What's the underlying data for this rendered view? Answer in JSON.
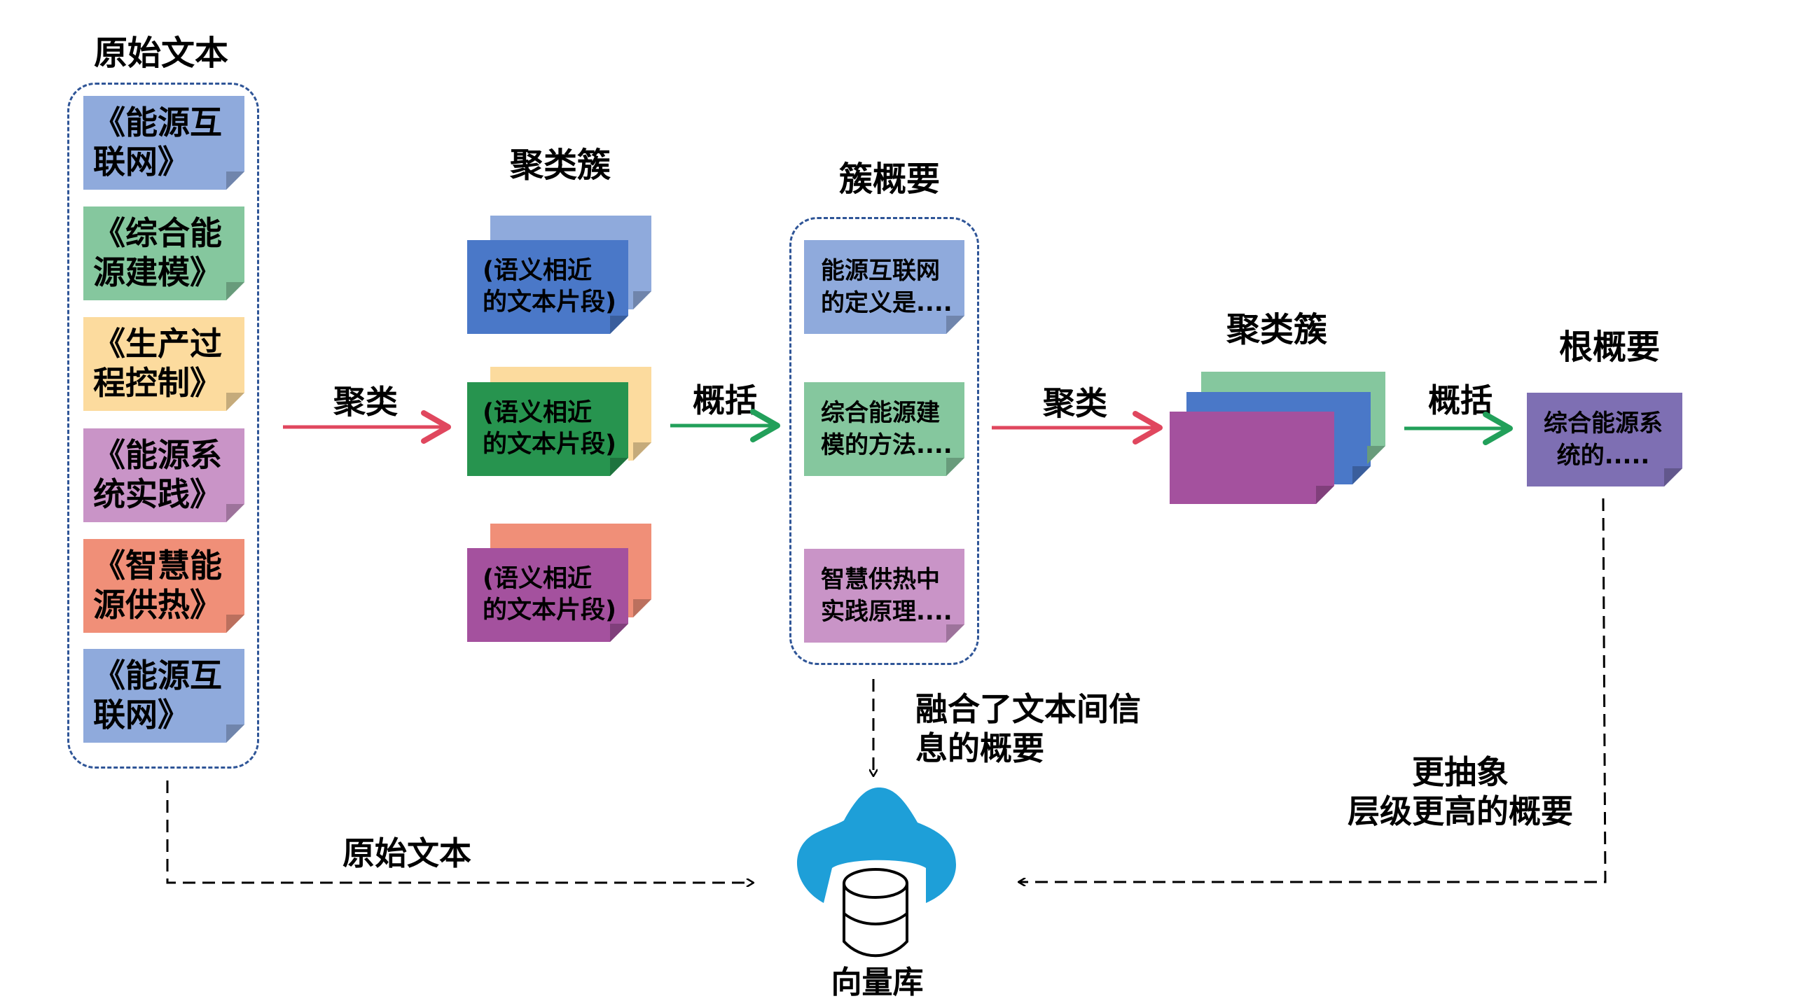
{
  "titles": {
    "raw_text": "原始文本",
    "clusters_1": "聚类簇",
    "cluster_summaries": "簇概要",
    "clusters_2": "聚类簇",
    "root_summary": "根概要",
    "vector_db": "向量库"
  },
  "documents": [
    {
      "line1": "《能源互",
      "line2": "联网》",
      "color": "#8faadc"
    },
    {
      "line1": "《综合能",
      "line2": "源建模》",
      "color": "#85c79e"
    },
    {
      "line1": "《生产过",
      "line2": "程控制》",
      "color": "#fcdb9e"
    },
    {
      "line1": "《能源系",
      "line2": "统实践》",
      "color": "#c994c7"
    },
    {
      "line1": "《智慧能",
      "line2": "源供热》",
      "color": "#f08f78"
    },
    {
      "line1": "《能源互",
      "line2": "联网》",
      "color": "#8faadc"
    }
  ],
  "clusters": [
    {
      "line1": "(语义相近",
      "line2": "的文本片段)",
      "front_color": "#4a78c8",
      "back_color": "#8faadc"
    },
    {
      "line1": "(语义相近",
      "line2": "的文本片段)",
      "front_color": "#27944f",
      "back_color": "#fcdb9e"
    },
    {
      "line1": "(语义相近",
      "line2": "的文本片段)",
      "front_color": "#a4519e",
      "back_color": "#f08f78"
    }
  ],
  "summaries": [
    {
      "line1": "能源互联网",
      "line2": "的定义是....",
      "color": "#8faadc"
    },
    {
      "line1": "综合能源建",
      "line2": "模的方法....",
      "color": "#85c79e"
    },
    {
      "line1": "智慧供热中",
      "line2": "实践原理....",
      "color": "#c994c7"
    }
  ],
  "stack_colors": [
    "#85c79e",
    "#4a78c8",
    "#a4519e"
  ],
  "root": {
    "line1": "综合能源系",
    "line2": "统的.....",
    "color": "#7e6fb3"
  },
  "arrows": {
    "cluster_1": "聚类",
    "summarize_1": "概括",
    "cluster_2": "聚类",
    "summarize_2": "概括"
  },
  "annotations": {
    "fused_line1": "融合了文本间信",
    "fused_line2": "息的概要",
    "raw_text_flow": "原始文本",
    "abstract_line1": "更抽象",
    "abstract_line2": "层级更高的概要"
  },
  "colors": {
    "cluster_arrow": "#e0475e",
    "summarize_arrow": "#22a05a",
    "dashed_border": "#2f5597",
    "cloud": "#1e9fd8"
  }
}
